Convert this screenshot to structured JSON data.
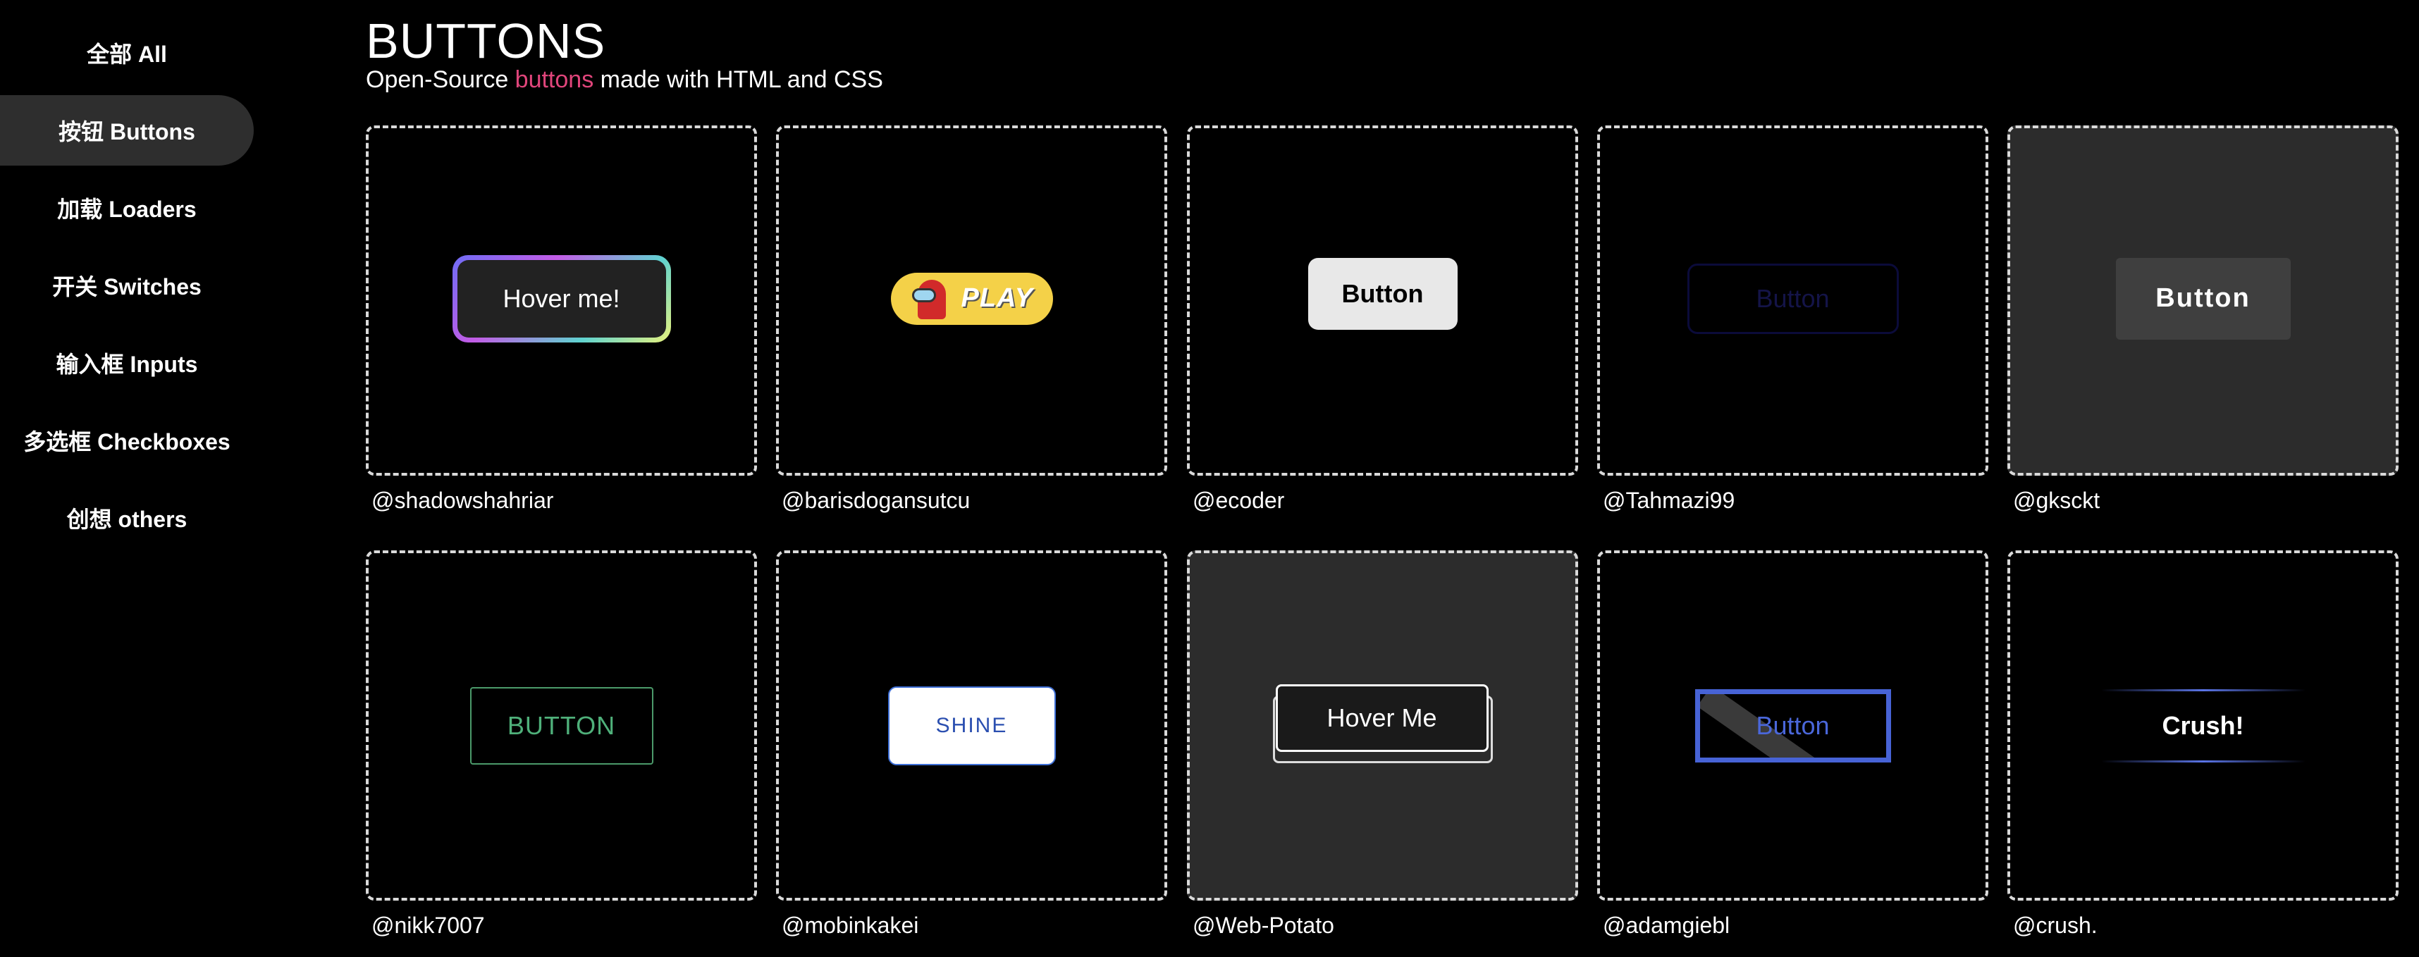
{
  "sidebar": {
    "items": [
      {
        "label": "全部 All",
        "active": false
      },
      {
        "label": "按钮 Buttons",
        "active": true
      },
      {
        "label": "加载 Loaders",
        "active": false
      },
      {
        "label": "开关 Switches",
        "active": false
      },
      {
        "label": "输入框 Inputs",
        "active": false
      },
      {
        "label": "多选框 Checkboxes",
        "active": false
      },
      {
        "label": "创想 others",
        "active": false
      }
    ]
  },
  "header": {
    "title": "BUTTONS",
    "subtitle_prefix": "Open-Source ",
    "subtitle_accent": "buttons",
    "subtitle_suffix": " made with HTML and CSS"
  },
  "colors": {
    "accent": "#e0457b",
    "background": "#000000",
    "sidebar_active": "#2e2e2e"
  },
  "cards": [
    {
      "author": "@shadowshahriar",
      "button_label": "Hover me!"
    },
    {
      "author": "@barisdogansutcu",
      "button_label": "PLAY",
      "icon": "crewmate-icon"
    },
    {
      "author": "@ecoder",
      "button_label": "Button"
    },
    {
      "author": "@Tahmazi99",
      "button_label": "Button"
    },
    {
      "author": "@gksckt",
      "button_label": "Button"
    },
    {
      "author": "@nikk7007",
      "button_label": "BUTTON"
    },
    {
      "author": "@mobinkakei",
      "button_label": "SHINE"
    },
    {
      "author": "@Web-Potato",
      "button_label": "Hover Me"
    },
    {
      "author": "@adamgiebl",
      "button_label": "Button"
    },
    {
      "author": "@crush.",
      "button_label": "Crush!"
    }
  ]
}
